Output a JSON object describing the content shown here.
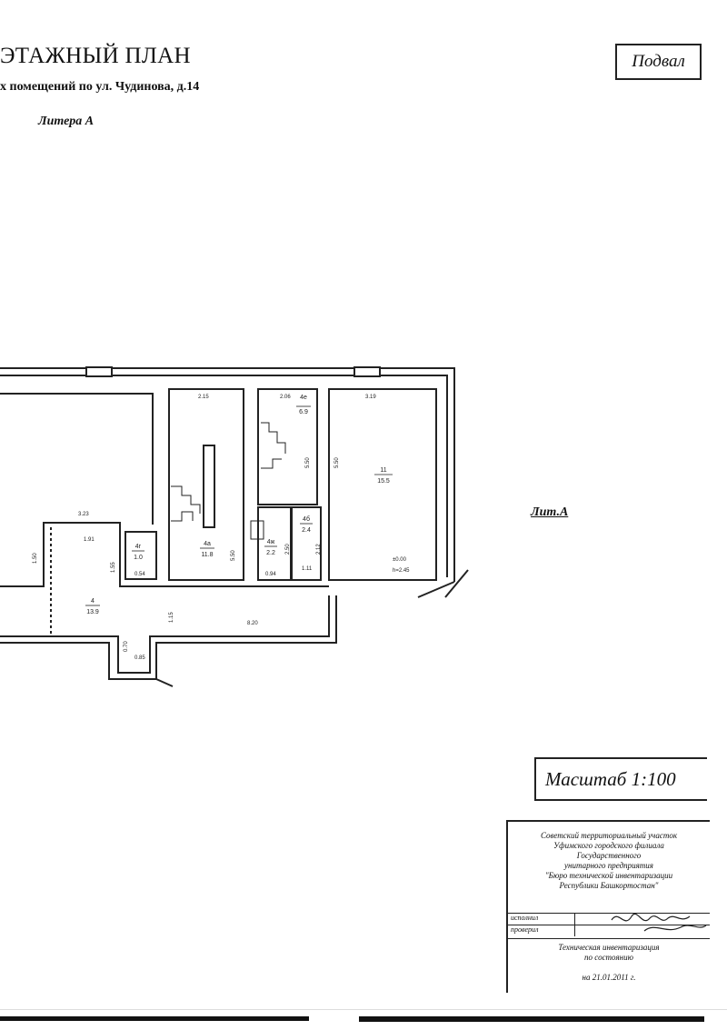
{
  "header": {
    "title": "ЭТАЖНЫЙ ПЛАН",
    "subtitle": "х помещений по ул. Чудинова, д.14",
    "litera": "Литера  А"
  },
  "floor_label": "Подвал",
  "building_label": "Лит.А",
  "scale_label": "Масштаб  1:100",
  "plan": {
    "dimensions": {
      "d_215": "2.15",
      "d_206": "2.06",
      "d_319": "3.19",
      "d_323": "3.23",
      "d_191": "1.91",
      "d_150": "1.50",
      "d_550a": "5.50",
      "d_550b": "5.50",
      "d_550c": "5.50",
      "d_820": "8.20",
      "d_115": "1.15",
      "d_085": "0.85",
      "d_054": "0.54",
      "d_094": "0.94",
      "d_111": "1.11",
      "d_212": "2.12",
      "d_155": "1.55",
      "d_250": "2.50",
      "d_070": "0.70",
      "level_zero": "±0.00",
      "level_height": "h=2.45"
    },
    "rooms": {
      "r4_label": "4",
      "r4_area": "13.9",
      "r4a_label": "4а",
      "r4a_area": "11.8",
      "r4b_label": "4г",
      "r4b_area": "1.0",
      "r4c_label": "4е",
      "r4c_area": "6.9",
      "r4d_label": "4ж",
      "r4d_area": "2.2",
      "r46_label": "4б",
      "r46_area": "2.4",
      "r11_label": "11",
      "r11_area": "15.5"
    }
  },
  "stamp": {
    "org_lines": [
      "Советский территориальный участок",
      "Уфимского городского филиала",
      "Государственного",
      "унитарного предприятия",
      "\"Бюро технической инвентаризации",
      "Республики Башкортостан\""
    ],
    "row1": "исполнил",
    "row2": "проверил",
    "doc_lines": [
      "Техническая инвентаризация",
      "по состоянию"
    ],
    "doc_date": "на  21.01.2011 г."
  }
}
